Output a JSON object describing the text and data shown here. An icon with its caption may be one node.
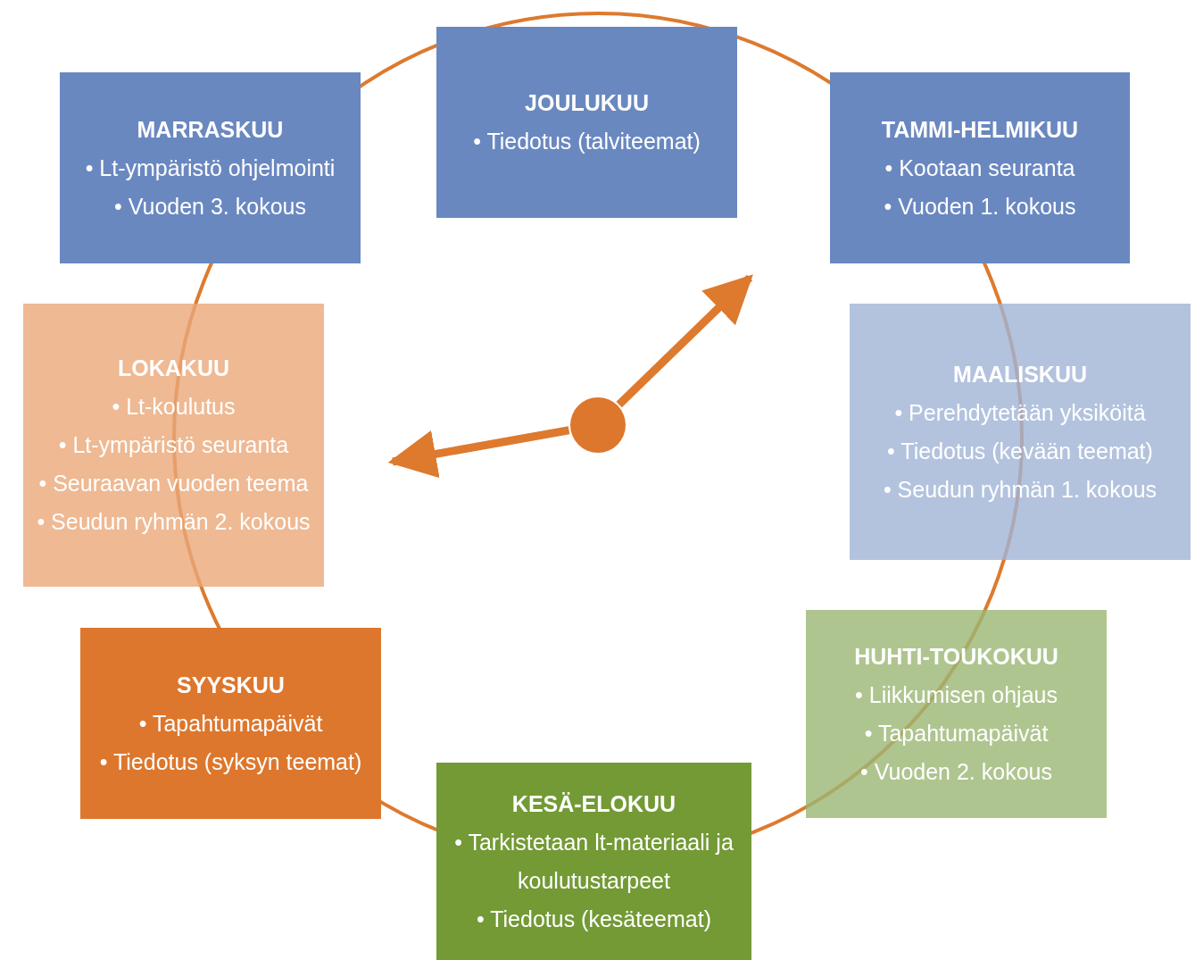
{
  "diagram": {
    "nodes": [
      {
        "text": [
          "MARRASKUU",
          "• Lt-ympäristö ohjelmointi",
          "• Vuoden 3. kokous"
        ]
      },
      {
        "text": [
          "JOULUKUU",
          "• Tiedotus (talviteemat)"
        ]
      },
      {
        "text": [
          "TAMMI-HELMIKUU",
          "• Kootaan seuranta",
          "• Vuoden 1. kokous"
        ]
      },
      {
        "text": [
          "LOKAKUU",
          "• Lt-koulutus",
          "• Lt-ympäristö seuranta",
          "• Seuraavan vuoden teema",
          "• Seudun ryhmän 2. kokous"
        ]
      },
      {
        "text": [
          "MAALISKUU",
          "• Perehdytetään yksiköitä",
          "• Tiedotus (kevään teemat)",
          "• Seudun ryhmän 1. kokous"
        ]
      },
      {
        "text": [
          "HUHTI-TOUKOKUU",
          "• Liikkumisen ohjaus",
          "• Tapahtumapäivät",
          "• Vuoden 2. kokous"
        ]
      },
      {
        "text": [
          "SYYSKUU",
          "• Tapahtumapäivät",
          "• Tiedotus (syksyn teemat)"
        ]
      },
      {
        "text": [
          "KESÄ-ELOKUU",
          "• Tarkistetaan lt-materiaali ja koulutustarpeet",
          "• Tiedotus (kesäteemat)"
        ]
      },
      {
        "text": [],
        "shape": "circle"
      }
    ],
    "edges": [
      {
        "from": 8,
        "to": null,
        "arrow": "to"
      },
      {
        "from": 8,
        "to": null,
        "arrow": "to"
      }
    ]
  }
}
